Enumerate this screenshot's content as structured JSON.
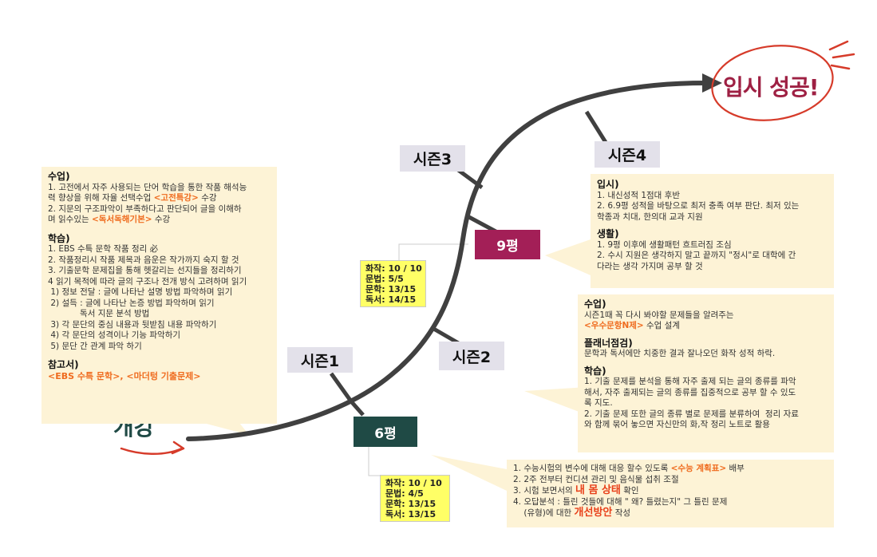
{
  "start_label": "개강",
  "goal_label": "입시 성공!",
  "seasons": [
    "시즌1",
    "시즌2",
    "시즌3",
    "시즌4"
  ],
  "exams": [
    {
      "label": "6평",
      "color": "#1f4a45"
    },
    {
      "label": "9평",
      "color": "#a31f57"
    }
  ],
  "colors": {
    "curve": "#404040",
    "highlight": "#ef6b1e",
    "note_bg": "#fdf3d6",
    "score_bg": "#ffff66",
    "goal": "#9e2043",
    "circle": "#d63b2a"
  },
  "score_6": [
    "화작: 10 / 10",
    "문법: 4/5",
    "문학: 13/15",
    "독서: 13/15"
  ],
  "score_9": [
    "화작: 10 / 10",
    "문법: 5/5",
    "문학: 13/15",
    "독서: 14/15"
  ],
  "note_left": {
    "class_title": "수업)",
    "class_1a": "1. 고전에서 자주 사용되는 단어 학습을 통한 작품 해석능",
    "class_1b": "력 향상을 위해 자율 선택수업 ",
    "class_1_hl": "<고전특강>",
    "class_1c": " 수강",
    "class_2a": "2. 지문의 구조파악이 부족하다고 판단되어 글을 이해하",
    "class_2b": "며 읽수있는 ",
    "class_2_hl": "<독서독해기본>",
    "class_2c": " 수강",
    "study_title": "학습)",
    "study_lines": [
      "1. EBS 수특 문학 작품 정리 必",
      "2. 작품정리시 작품 제목과 음운은 작가까지 숙지 할 것",
      "3. 기출문학 문제집을 통해 헷갈리는 선지들을 정리하기",
      "4 읽기 목적에 따라 글의 구조나 전개 방식 고려하며 읽기",
      " 1) 정보 전달 : 글에 나타난 설명 방법 파악하며 읽기",
      " 2) 설득 : 글에 나타난 논증 방법 파악하며 읽기",
      "            독서 지문 분석 방법",
      " 3) 각 문단의 중심 내용과 뒷받침 내용 파악하기",
      " 4) 각 문단의 성격이나 기능 파악하기",
      " 5) 문단 간 관계 파악 하기"
    ],
    "ref_title": "참고서)",
    "ref_line": "<EBS 수특 문학>, <마더텅 기출문제>"
  },
  "note_9": {
    "admit_title": "입시)",
    "admit_lines": [
      "1. 내신성적 1점대 후반",
      "2. 6.9평 성적을 바탕으로 최저 충족 여부 판단. 최저 있는",
      "학종과 치대, 한의대 교과 지원"
    ],
    "life_title": "생활)",
    "life_lines": [
      "1. 9평 이후에 생활패턴 흐트러짐 조심",
      "2. 수시 지원은 생각하지 말고 끝까지 \"정시\"로 대학에 간",
      "다라는 생각 가지며 공부 할 것"
    ]
  },
  "note_s2": {
    "class_title": "수업)",
    "class_line": "시즌1때 꼭 다시 봐야할 문제들을 알려주는",
    "class_hl": "<우수문항N제>",
    "class_tail": " 수업 설계",
    "plan_title": "플래너점검)",
    "plan_line": "문학과 독서에만 치중한 결과 잘나오던 화작 성적 하락.",
    "study_title": "학습)",
    "study_lines": [
      "1. 기출 문제를 분석을 통해 자주 출제 되는 글의 종류를 파악",
      "해서, 자주 출제되는 글의 종류를 집중적으로 공부 할 수 있도",
      "록 지도.",
      "2. 기출 문제 또한 글의 종류 별로 문제를 분류하여  정리 자료",
      "와 함께 묶어 놓으면 자신만의 화,작 정리 노트로 활용"
    ]
  },
  "note_6": {
    "l1a": "1. 수능시험의 변수에 대해 대응 할수 있도록 ",
    "l1_hl": "<수능 계획표>",
    "l1b": " 배부",
    "l2": "2. 2주 전부터 컨디션 관리 및 음식물 섭취 조절",
    "l3a": "3. 시험 보면서의 ",
    "l3_hl": "내 몸 상태",
    "l3b": " 확인",
    "l4": "4. 오답분석 : 틀린 것들에 대해 \" 왜? 틀렸는지\" 그 틀린 문제",
    "l5a": "    (유형)에 대한 ",
    "l5_hl": "개선방안",
    "l5b": " 작성"
  }
}
